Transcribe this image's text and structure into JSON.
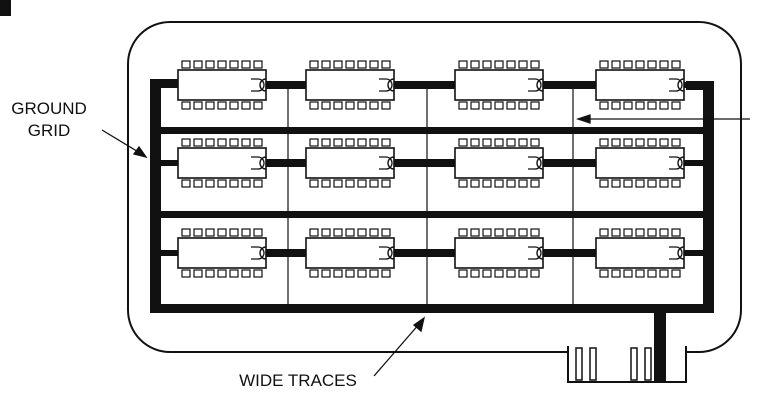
{
  "labels": {
    "ground_grid": [
      "GROUND",
      "GRID"
    ],
    "wide_traces": "WIDE TRACES"
  },
  "board": {
    "chip_rows": 3,
    "chip_cols": 4,
    "pins_per_side": 7
  },
  "colors": {
    "ink": "#111111",
    "background": "#ffffff"
  }
}
